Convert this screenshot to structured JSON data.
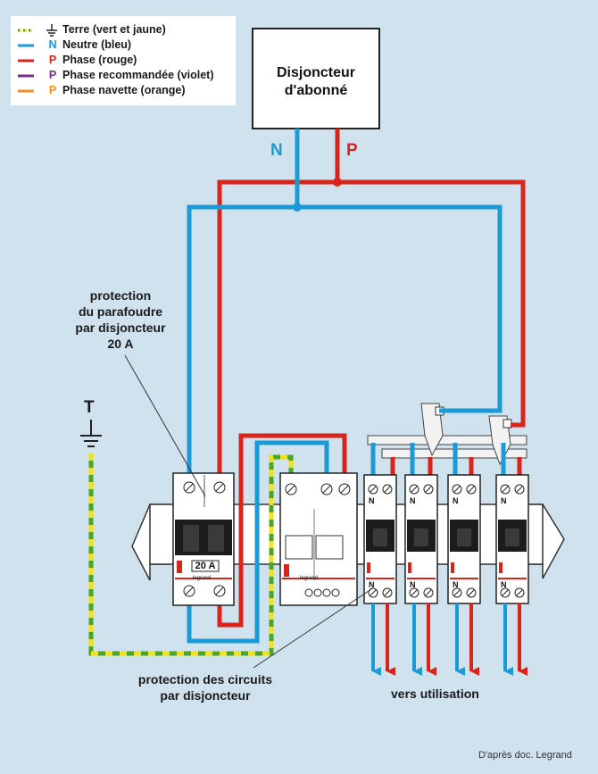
{
  "legend": {
    "items": [
      {
        "code": "",
        "label": "Terre (vert et jaune)",
        "color": "#4aa528",
        "symbol": "earth-icon"
      },
      {
        "code": "N",
        "label": "Neutre (bleu)",
        "color": "#1a9ad6"
      },
      {
        "code": "P",
        "label": "Phase (rouge)",
        "color": "#d9241c"
      },
      {
        "code": "P",
        "label": "Phase recommandée (violet)",
        "color": "#7b2d8e"
      },
      {
        "code": "P",
        "label": "Phase navette (orange)",
        "color": "#f28c1e"
      }
    ]
  },
  "main_breaker": {
    "title_line1": "Disjoncteur",
    "title_line2": "d'abonné",
    "neutral_label": "N",
    "phase_label": "P"
  },
  "earth_label": "T",
  "annotation_top": {
    "line1": "protection",
    "line2": "du parafoudre",
    "line3": "par disjoncteur",
    "line4": "20 A"
  },
  "annotation_bottom": {
    "line1": "protection des circuits",
    "line2": "par disjoncteur"
  },
  "output_label": "vers utilisation",
  "breaker_rating": "20 A",
  "brand": "legrand",
  "module_neutral_mark": "N",
  "credit": "D'après doc. Legrand",
  "colors": {
    "neutral": "#1a9ad6",
    "phase": "#d9241c",
    "earth_green": "#4aa528",
    "earth_yellow": "#f2e21b",
    "background": "#cfe2ee",
    "rail": "#ffffff",
    "device": "#ffffff"
  }
}
